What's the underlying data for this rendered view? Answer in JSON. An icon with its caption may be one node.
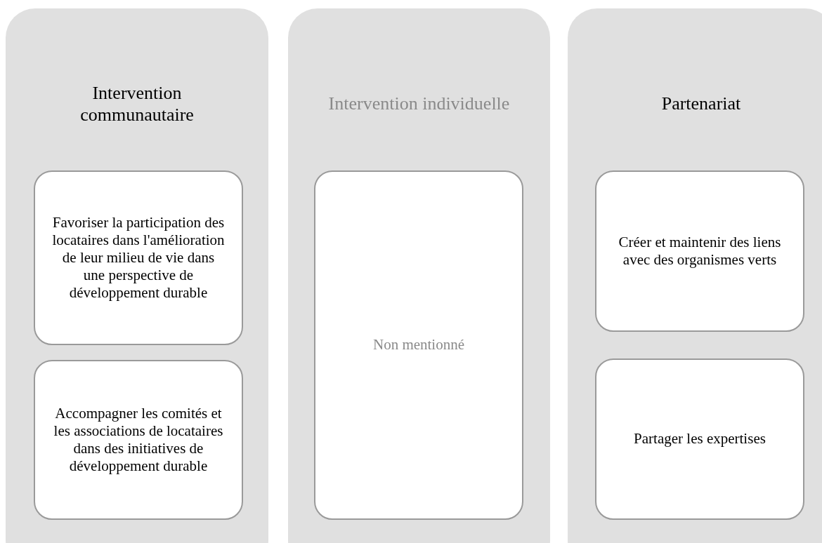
{
  "diagram": {
    "nodes": [
      {
        "text": [
          "Intervention communautaire"
        ]
      },
      {
        "text": [
          "Favoriser la participation des locataires dans l'amélioration de leur milieu de vie dans une perspective de développement durable"
        ],
        "in": 0
      },
      {
        "text": [
          "Accompagner les comités et les associations de locataires dans des initiatives de développement durable"
        ],
        "in": 0
      },
      {
        "text": [
          "Intervention individuelle"
        ]
      },
      {
        "text": [
          "Non mentionné"
        ],
        "in": 3
      },
      {
        "text": [
          "Partenariat"
        ]
      },
      {
        "text": [
          "Créer et maintenir des liens avec des organismes verts"
        ],
        "in": 5
      },
      {
        "text": [
          "Partager les expertises"
        ],
        "in": 5
      }
    ],
    "edges": []
  }
}
